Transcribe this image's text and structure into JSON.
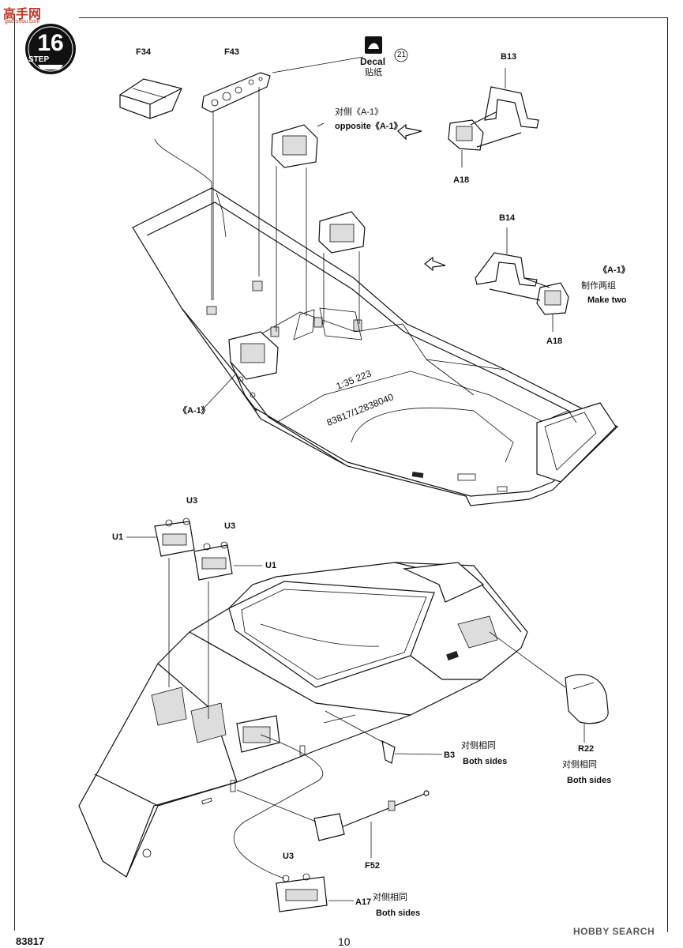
{
  "brand": {
    "logo": "高手网",
    "sub": "gao-shou.com"
  },
  "step": {
    "number": "16",
    "word": "STEP"
  },
  "decal": {
    "label_en": "Decal",
    "label_cn": "贴纸",
    "number": "21"
  },
  "labels": {
    "f34": "F34",
    "f43": "F43",
    "b13": "B13",
    "a18_top": "A18",
    "b14": "B14",
    "a18_mid": "A18",
    "a1_ref": "《A-1》",
    "a1_make_ref": "《A-1》",
    "make_two_cn": "制作两组",
    "make_two_en": "Make two",
    "opposite_cn": "对侧《A-1》",
    "opposite_en": "opposite《A-1》",
    "hull_marking_1": "1:35  223",
    "hull_marking_2": "83817/12838040",
    "u3_a": "U3",
    "u1_a": "U1",
    "u3_b": "U3",
    "u1_b": "U1",
    "b3": "B3",
    "b3_cn": "对侧相同",
    "b3_en": "Both sides",
    "r22": "R22",
    "r22_cn": "对侧相同",
    "r22_en": "Both sides",
    "f52": "F52",
    "u3_c": "U3",
    "a17": "A17",
    "a17_cn": "对侧相同",
    "a17_en": "Both sides"
  },
  "footer": {
    "code": "83817",
    "page": "10",
    "watermark": "HOBBY SEARCH"
  }
}
